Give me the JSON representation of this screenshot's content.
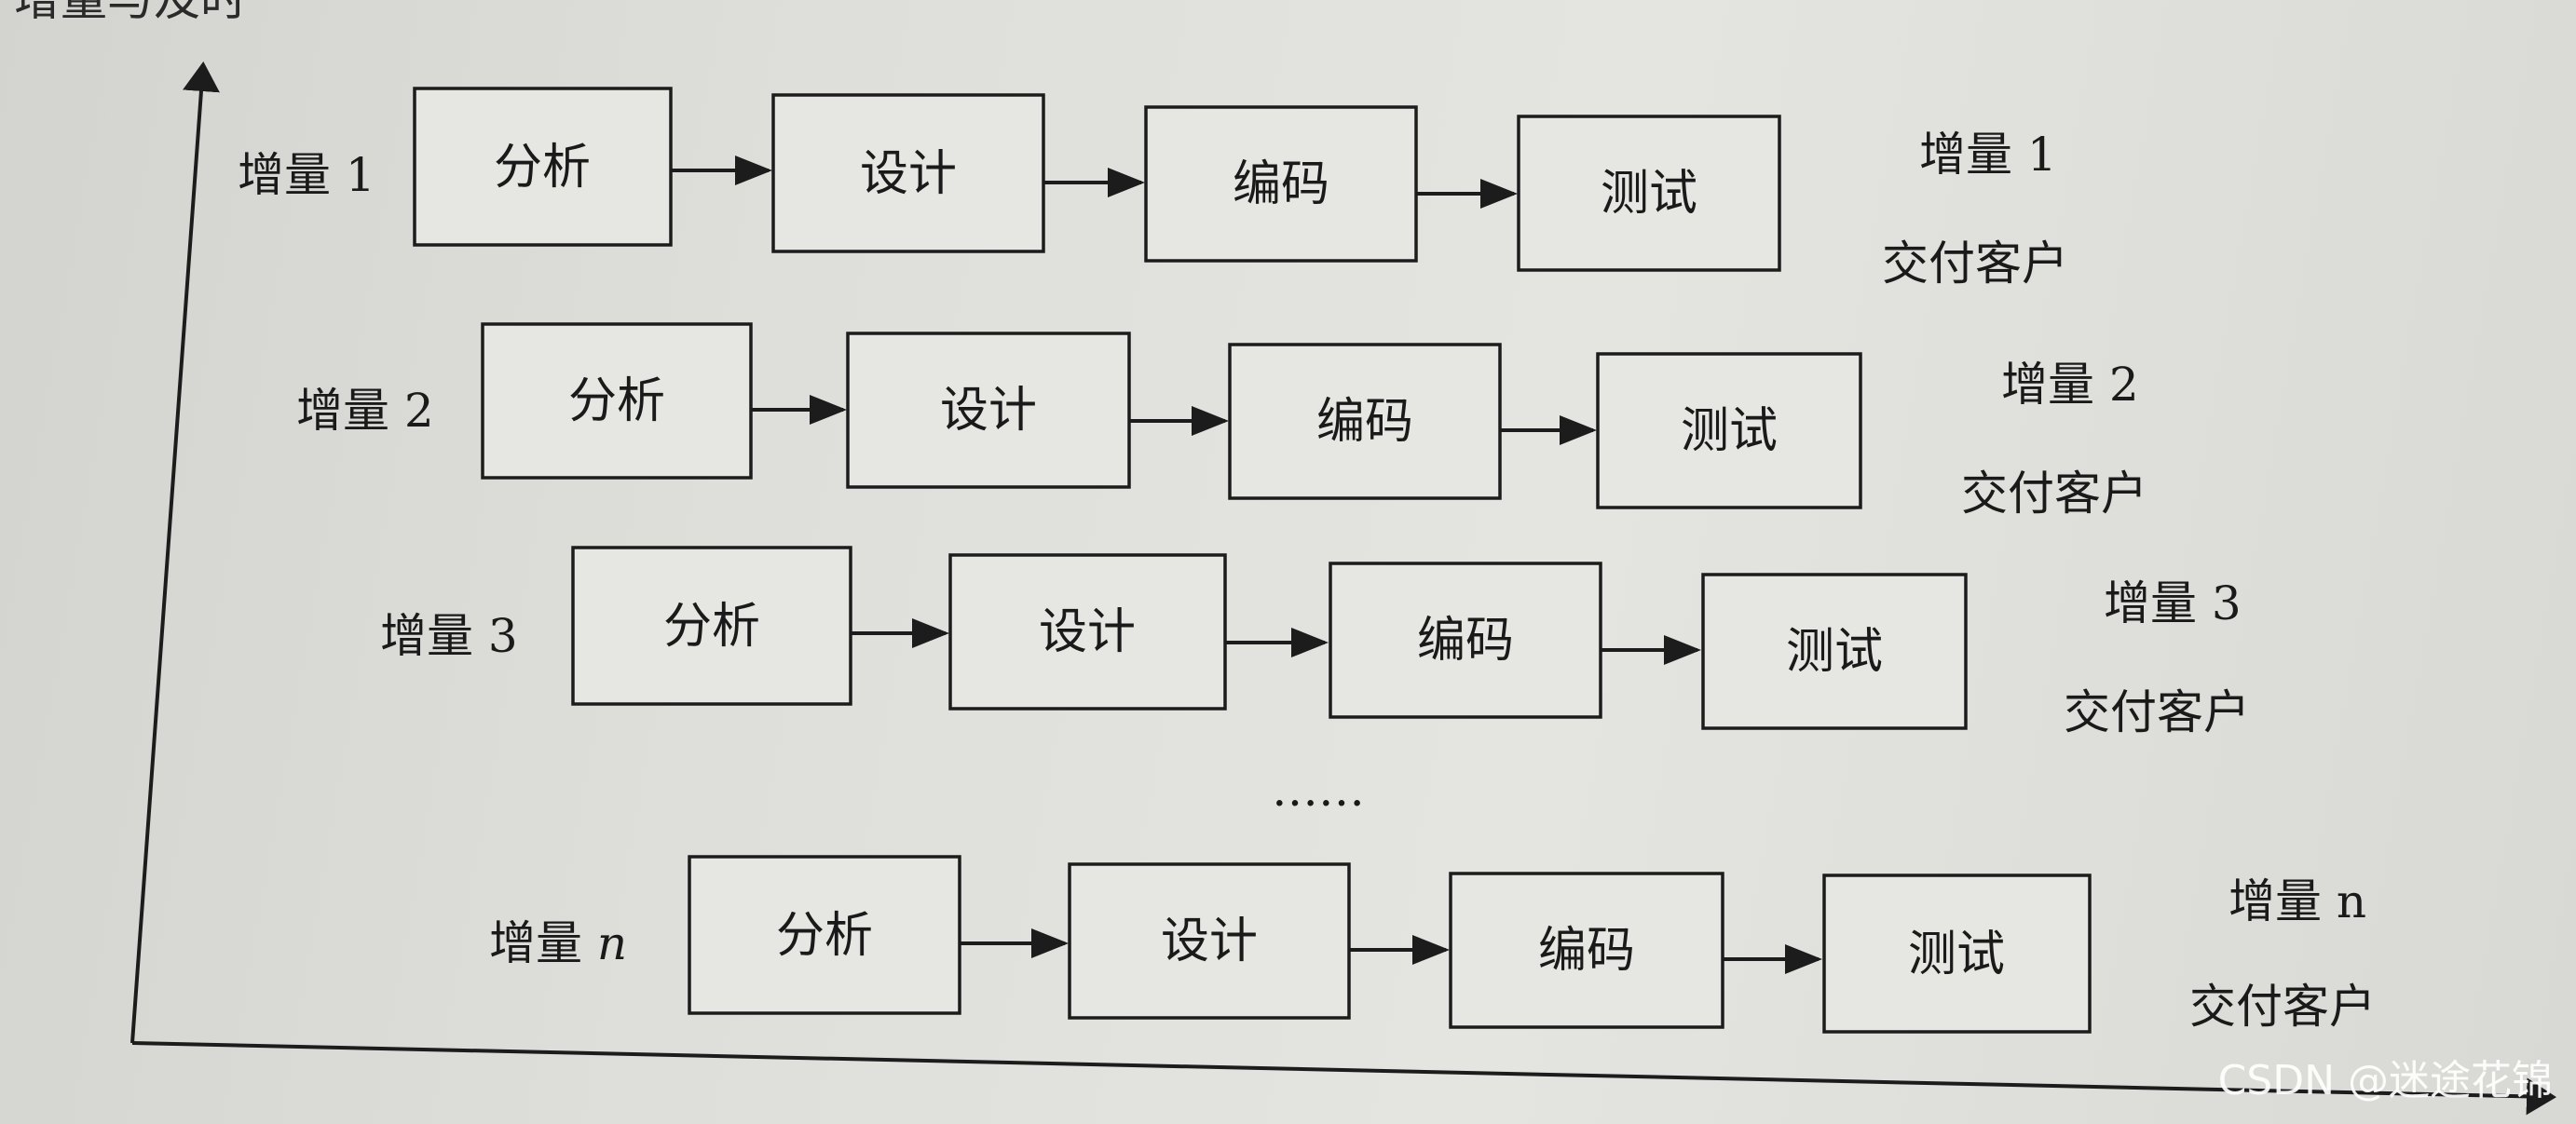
{
  "top_text": "增量与及时",
  "increments": [
    {
      "label_prefix": "增量",
      "label_num": "1",
      "stages": [
        "分析",
        "设计",
        "编码",
        "测试"
      ],
      "delivery_label": "增量 1",
      "delivery_action": "交付客户"
    },
    {
      "label_prefix": "增量",
      "label_num": "2",
      "stages": [
        "分析",
        "设计",
        "编码",
        "测试"
      ],
      "delivery_label": "增量 2",
      "delivery_action": "交付客户"
    },
    {
      "label_prefix": "增量",
      "label_num": "3",
      "stages": [
        "分析",
        "设计",
        "编码",
        "测试"
      ],
      "delivery_label": "增量 3",
      "delivery_action": "交付客户"
    },
    {
      "label_prefix": "增量",
      "label_num": "n",
      "stages": [
        "分析",
        "设计",
        "编码",
        "测试"
      ],
      "delivery_label": "增量 n",
      "delivery_action": "交付客户"
    }
  ],
  "ellipsis": "……",
  "watermark": "CSDN @迷途花锦"
}
